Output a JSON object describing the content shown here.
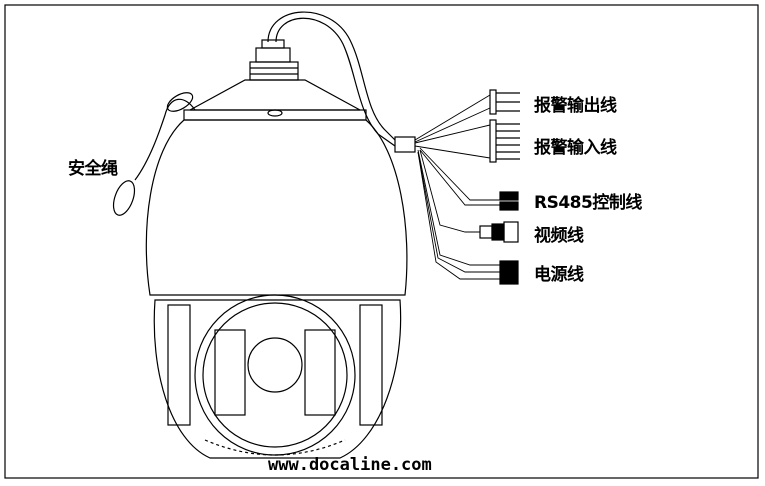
{
  "labels": {
    "safety_rope": "安全绳",
    "alarm_output": "报警输出线",
    "alarm_input": "报警输入线",
    "rs485": "RS485控制线",
    "video": "视频线",
    "power": "电源线"
  },
  "watermark": "www.docaline.com"
}
